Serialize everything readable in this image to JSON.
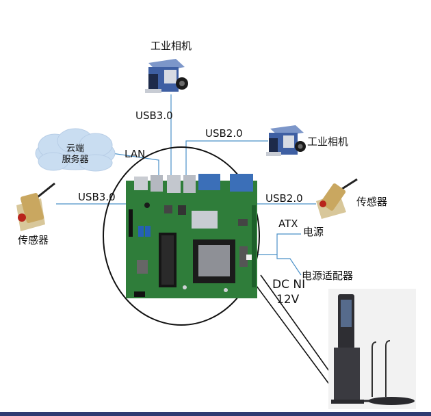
{
  "labels": {
    "camera_top": "工业相机",
    "camera_right": "工业相机",
    "usb30_top": "USB3.0",
    "usb20_top": "USB2.0",
    "lan": "LAN",
    "cloud_line1": "云端",
    "cloud_line2": "服务器",
    "usb30_left": "USB3.0",
    "usb20_right": "USB2.0",
    "sensor_left": "传感器",
    "sensor_right": "传感器",
    "atx": "ATX",
    "power": "电源",
    "power_adapter": "电源适配器",
    "dc_in": "DC NI",
    "voltage": "12V"
  },
  "colors": {
    "link_line": "#4a90c8",
    "cloud_fill": "#c9ddf1",
    "board_green": "#2f7d3a",
    "camera_body": "#3e5fa3",
    "sensor_body": "#c9a760",
    "device_dark": "#2e2e33"
  }
}
